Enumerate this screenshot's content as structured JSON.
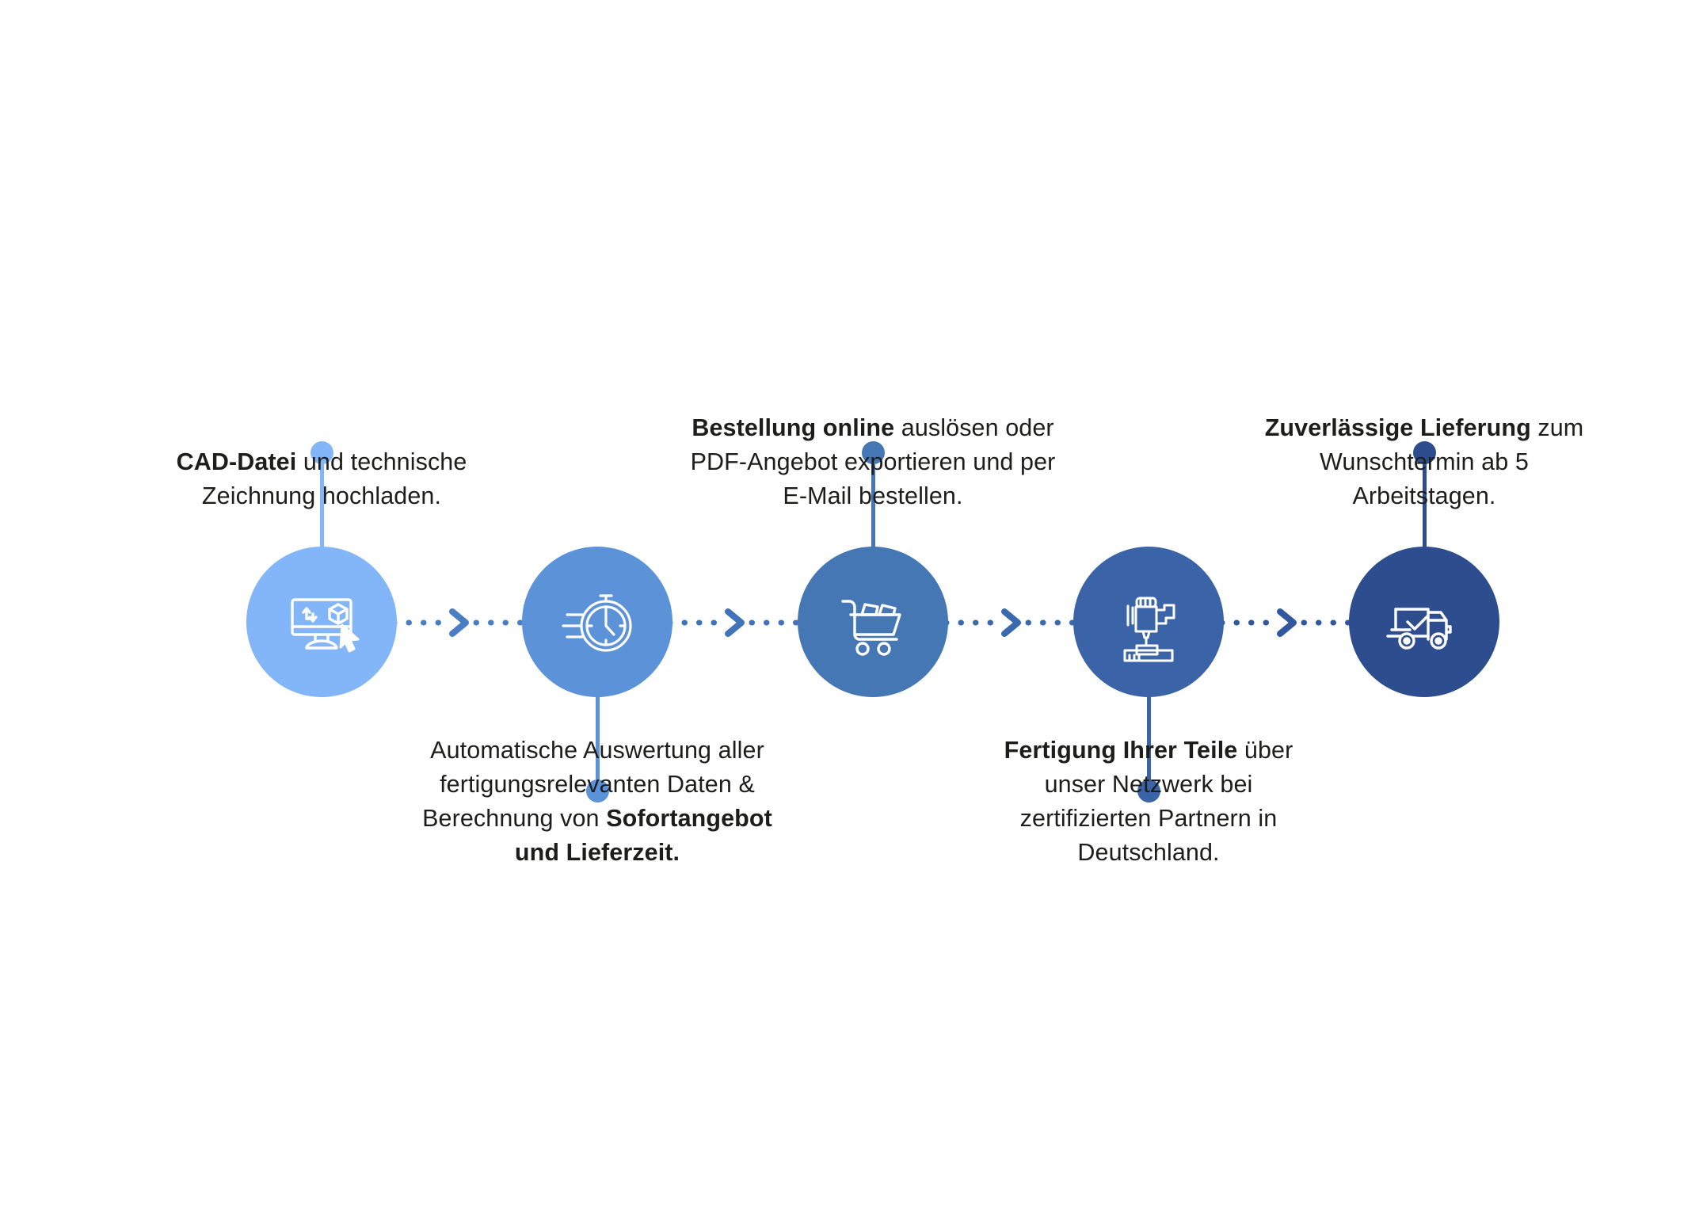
{
  "diagram": {
    "title": "Bestellprozess Ablauf",
    "type": "horizontal-process-flow",
    "background_color": "#ffffff",
    "text_color": "#1d1d1b",
    "connector_color": "#4a7ec4",
    "step_count": 5
  },
  "steps": [
    {
      "index": 1,
      "icon": "desktop-cad-3d-model-icon",
      "circle_color": "#82b6f9",
      "pin_direction": "up",
      "text_position": "above",
      "text_bold": "CAD-Datei",
      "text_rest": " und technische Zeichnung hochladen.",
      "text_full": "CAD-Datei und technische Zeichnung hochladen."
    },
    {
      "index": 2,
      "icon": "stopwatch-speed-icon",
      "circle_color": "#5b92d8",
      "pin_direction": "down",
      "text_position": "below",
      "text_lead": "Automatische Auswertung aller fertigungsrelevanten Daten & Berechnung von ",
      "text_bold": "Sofortangebot und Lieferzeit.",
      "text_full": "Automatische Auswertung aller fertigungsrelevanten Daten & Berechnung von Sofortangebot und Lieferzeit."
    },
    {
      "index": 3,
      "icon": "shopping-cart-icon",
      "circle_color": "#4477b4",
      "pin_direction": "up",
      "text_position": "above",
      "text_bold": "Bestellung online",
      "text_rest": " auslösen oder PDF-Angebot exportieren und per E-Mail bestellen.",
      "text_full": "Bestellung online auslösen oder PDF-Angebot exportieren und per E-Mail bestellen."
    },
    {
      "index": 4,
      "icon": "cnc-milling-machine-icon",
      "circle_color": "#3b64a8",
      "pin_direction": "down",
      "text_position": "below",
      "text_bold": "Fertigung Ihrer Teile",
      "text_rest": " über unser Netzwerk bei zertifizierten Partnern in Deutschland.",
      "text_full": "Fertigung Ihrer Teile über unser Netzwerk bei zertifizierten Partnern in Deutschland."
    },
    {
      "index": 5,
      "icon": "delivery-truck-check-icon",
      "circle_color": "#2d4d8e",
      "pin_direction": "up",
      "text_position": "above",
      "text_bold": "Zuverlässige Lieferung",
      "text_rest": " zum Wunschtermin ab 5 Arbeitstagen.",
      "text_full": "Zuverlässige Lieferung zum Wunschtermin ab 5 Arbeitstagen."
    }
  ],
  "connectors": [
    {
      "from": 1,
      "to": 2,
      "style": "dotted-with-chevron",
      "color": "#4a7ec4"
    },
    {
      "from": 2,
      "to": 3,
      "style": "dotted-with-chevron",
      "color": "#4073ba"
    },
    {
      "from": 3,
      "to": 4,
      "style": "dotted-with-chevron",
      "color": "#3a69b0"
    },
    {
      "from": 4,
      "to": 5,
      "style": "dotted-with-chevron",
      "color": "#31579c"
    }
  ]
}
